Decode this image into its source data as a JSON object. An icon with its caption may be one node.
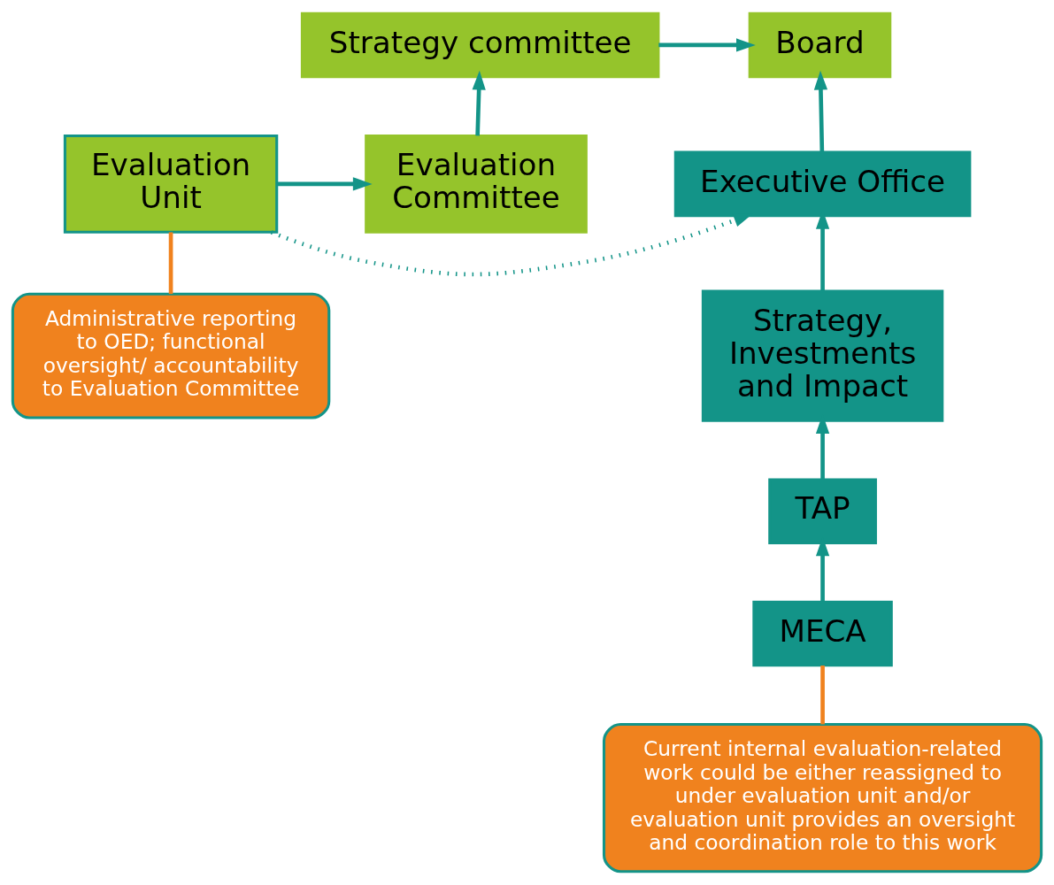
{
  "diagram": {
    "nodes": [
      {
        "text": [
          "Board"
        ]
      },
      {
        "text": [
          "Strategy committee"
        ]
      },
      {
        "text": [
          "Executive Office"
        ]
      },
      {
        "text": [
          "Evaluation Unit"
        ]
      },
      {
        "text": [
          "Evaluation Committee"
        ]
      },
      {
        "text": [
          "Strategy, Investments and Impact"
        ]
      },
      {
        "text": [
          "TAP"
        ]
      },
      {
        "text": [
          "MECA"
        ]
      },
      {
        "text": [
          "Administrative reporting to OED; functional oversight/ accountability to Evaluation Committee"
        ]
      },
      {
        "text": [
          "Current internal evaluation-related work could be either reassigned to under evaluation unit and/or evaluation unit provides an oversight and coordination role to this work"
        ]
      }
    ],
    "edges": [
      {
        "from": 1,
        "to": 0,
        "arrow": "to"
      },
      {
        "from": 2,
        "to": 0,
        "arrow": "to"
      },
      {
        "from": 4,
        "to": 1,
        "arrow": "to"
      },
      {
        "from": 3,
        "to": 2,
        "arrow": "to",
        "style": "dashed"
      },
      {
        "from": 3,
        "to": 4,
        "arrow": "to"
      },
      {
        "from": 5,
        "to": 2,
        "arrow": "to"
      },
      {
        "from": 6,
        "to": 5,
        "arrow": "to"
      },
      {
        "from": 7,
        "to": 6,
        "arrow": "to"
      },
      {
        "from": 8,
        "to": 3,
        "arrow": "none",
        "color": "#f0821e"
      },
      {
        "from": 9,
        "to": 7,
        "arrow": "none",
        "color": "#f0821e"
      }
    ]
  }
}
